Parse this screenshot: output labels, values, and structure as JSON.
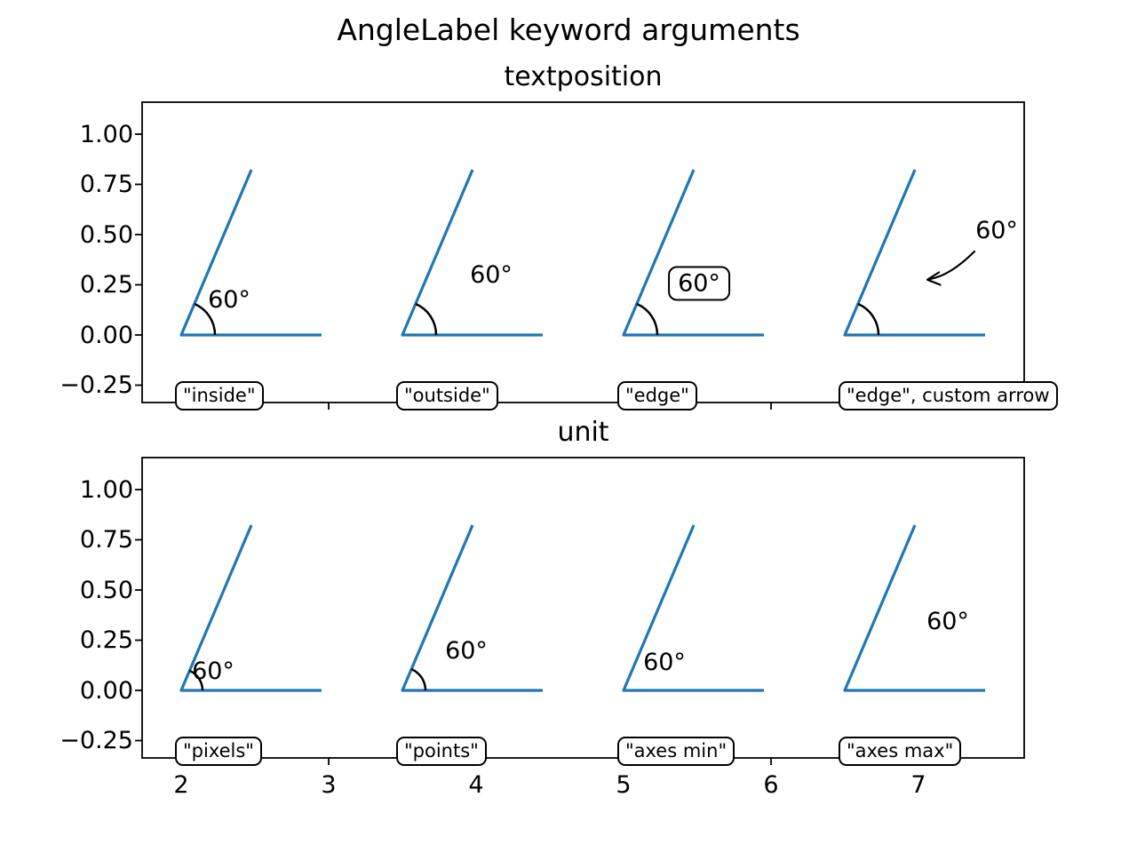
{
  "figure": {
    "suptitle": "AngleLabel keyword arguments"
  },
  "colors": {
    "angle_line": "#1f77b4",
    "annotation": "#000000",
    "background": "#ffffff"
  },
  "subplot1": {
    "title": "textposition",
    "yticks": [
      "1.00",
      "0.75",
      "0.50",
      "0.25",
      "0.00",
      "−0.25"
    ],
    "angle_labels": {
      "inside": "60°",
      "outside": "60°",
      "edge": "60°",
      "edge_arrow": "60°"
    },
    "captions": [
      "\"inside\"",
      "\"outside\"",
      "\"edge\"",
      "\"edge\", custom arrow"
    ]
  },
  "subplot2": {
    "title": "unit",
    "yticks": [
      "1.00",
      "0.75",
      "0.50",
      "0.25",
      "0.00",
      "−0.25"
    ],
    "xticks": [
      "2",
      "3",
      "4",
      "5",
      "6",
      "7"
    ],
    "angle_labels": {
      "pixels": "60°",
      "points": "60°",
      "axes_min": "60°",
      "axes_max": "60°"
    },
    "captions": [
      "\"pixels\"",
      "\"points\"",
      "\"axes min\"",
      "\"axes max\""
    ]
  },
  "chart_data": [
    {
      "type": "line",
      "subplot": "top",
      "suptitle": "AngleLabel keyword arguments",
      "title": "textposition",
      "xlim": [
        1.73,
        7.72
      ],
      "ylim": [
        -0.33,
        1.15
      ],
      "xticks": [
        2,
        3,
        4,
        5,
        6,
        7
      ],
      "xtick_labels_visible": false,
      "yticks": [
        1.0,
        0.75,
        0.5,
        0.25,
        0.0,
        -0.25
      ],
      "grid": false,
      "line_color": "#1f77b4",
      "angles": [
        {
          "vertex": [
            2.0,
            0
          ],
          "angle_deg": 60,
          "ray_length": 0.95,
          "annotation": "60°",
          "textposition": "inside",
          "arc_visible": true,
          "caption": "\"inside\""
        },
        {
          "vertex": [
            3.5,
            0
          ],
          "angle_deg": 60,
          "ray_length": 0.95,
          "annotation": "60°",
          "textposition": "outside",
          "arc_visible": true,
          "caption": "\"outside\""
        },
        {
          "vertex": [
            5.0,
            0
          ],
          "angle_deg": 60,
          "ray_length": 0.95,
          "annotation": "60°",
          "textposition": "edge",
          "boxed": true,
          "arc_visible": true,
          "caption": "\"edge\""
        },
        {
          "vertex": [
            6.5,
            0
          ],
          "angle_deg": 60,
          "ray_length": 0.95,
          "annotation": "60°",
          "textposition": "edge",
          "custom_arrow": true,
          "arc_visible": true,
          "caption": "\"edge\", custom arrow"
        }
      ]
    },
    {
      "type": "line",
      "subplot": "bottom",
      "title": "unit",
      "xlim": [
        1.73,
        7.72
      ],
      "ylim": [
        -0.33,
        1.15
      ],
      "xticks": [
        2,
        3,
        4,
        5,
        6,
        7
      ],
      "xtick_labels_visible": true,
      "yticks": [
        1.0,
        0.75,
        0.5,
        0.25,
        0.0,
        -0.25
      ],
      "grid": false,
      "line_color": "#1f77b4",
      "angles": [
        {
          "vertex": [
            2.0,
            0
          ],
          "angle_deg": 60,
          "ray_length": 0.95,
          "annotation": "60°",
          "unit": "pixels",
          "arc_visible": true,
          "caption": "\"pixels\""
        },
        {
          "vertex": [
            3.5,
            0
          ],
          "angle_deg": 60,
          "ray_length": 0.95,
          "annotation": "60°",
          "unit": "points",
          "arc_visible": true,
          "caption": "\"points\""
        },
        {
          "vertex": [
            5.0,
            0
          ],
          "angle_deg": 60,
          "ray_length": 0.95,
          "annotation": "60°",
          "unit": "axes min",
          "arc_visible": false,
          "caption": "\"axes min\""
        },
        {
          "vertex": [
            6.5,
            0
          ],
          "angle_deg": 60,
          "ray_length": 0.95,
          "annotation": "60°",
          "unit": "axes max",
          "arc_visible": false,
          "caption": "\"axes max\""
        }
      ]
    }
  ]
}
